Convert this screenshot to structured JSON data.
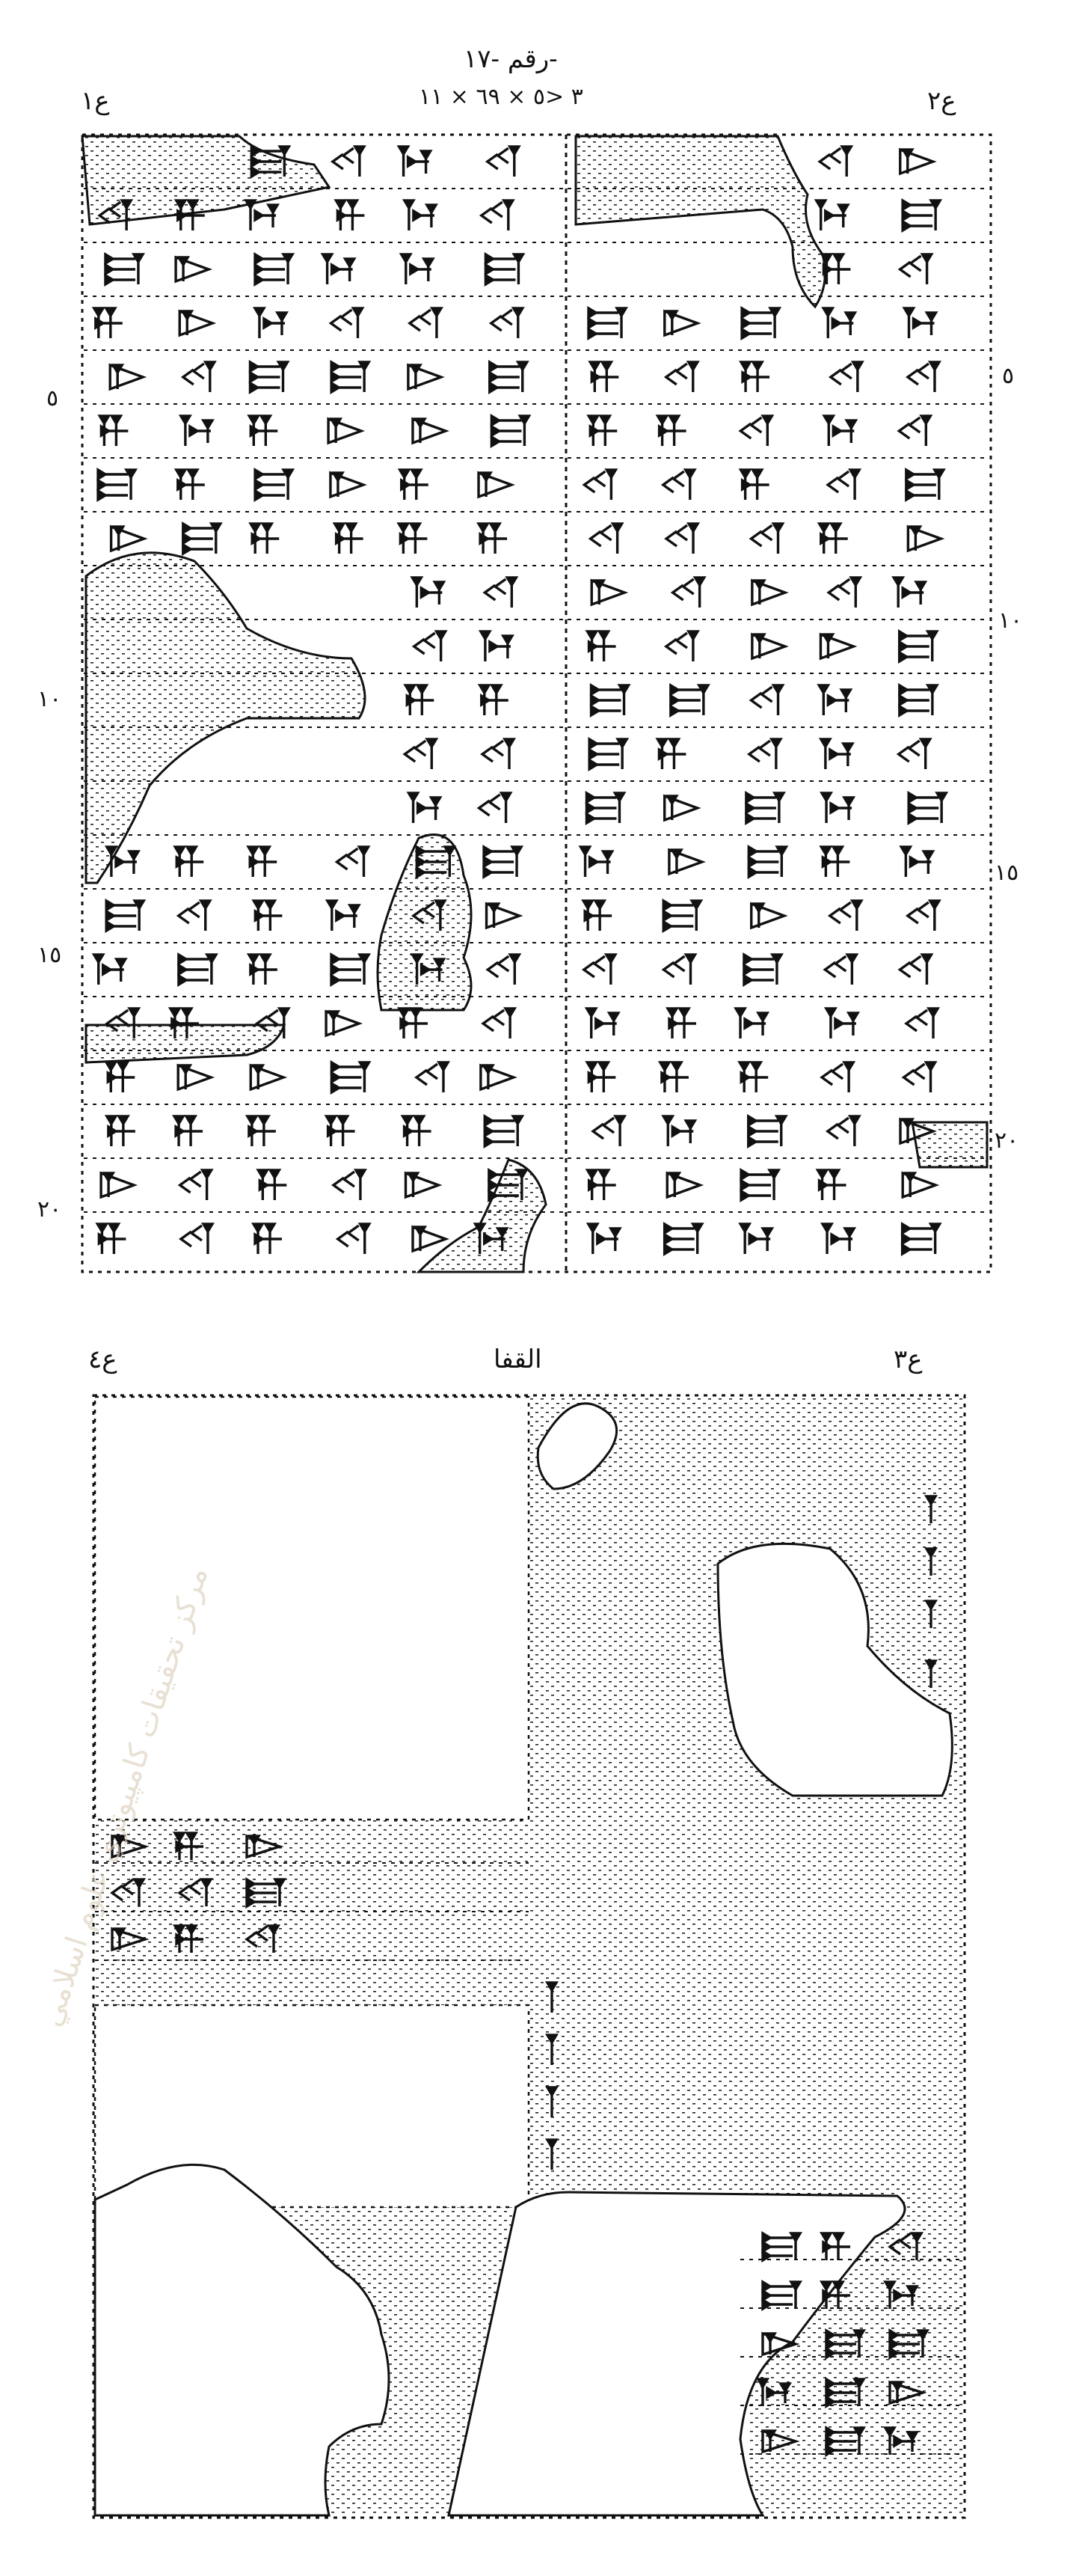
{
  "obverse": {
    "header": "رقم -١٧-",
    "dimensions": "٣ <٥ × ٦٩ × ١١",
    "col_left_label": "ع١",
    "col_right_label": "ع٢",
    "line_numbers": [
      "٥",
      "١٠",
      "١٥",
      "٢٠",
      "٥",
      "١٠",
      "١٥",
      "٢٠"
    ]
  },
  "reverse": {
    "title": "القفا",
    "col_left_label": "ع٤",
    "col_right_label": "ع٣"
  },
  "watermark": "مركز تحقيقات كامپيوتري علوم اسلامي",
  "colors": {
    "ink": "#111111",
    "paper": "#ffffff",
    "watermark": "#d9cdb6"
  }
}
